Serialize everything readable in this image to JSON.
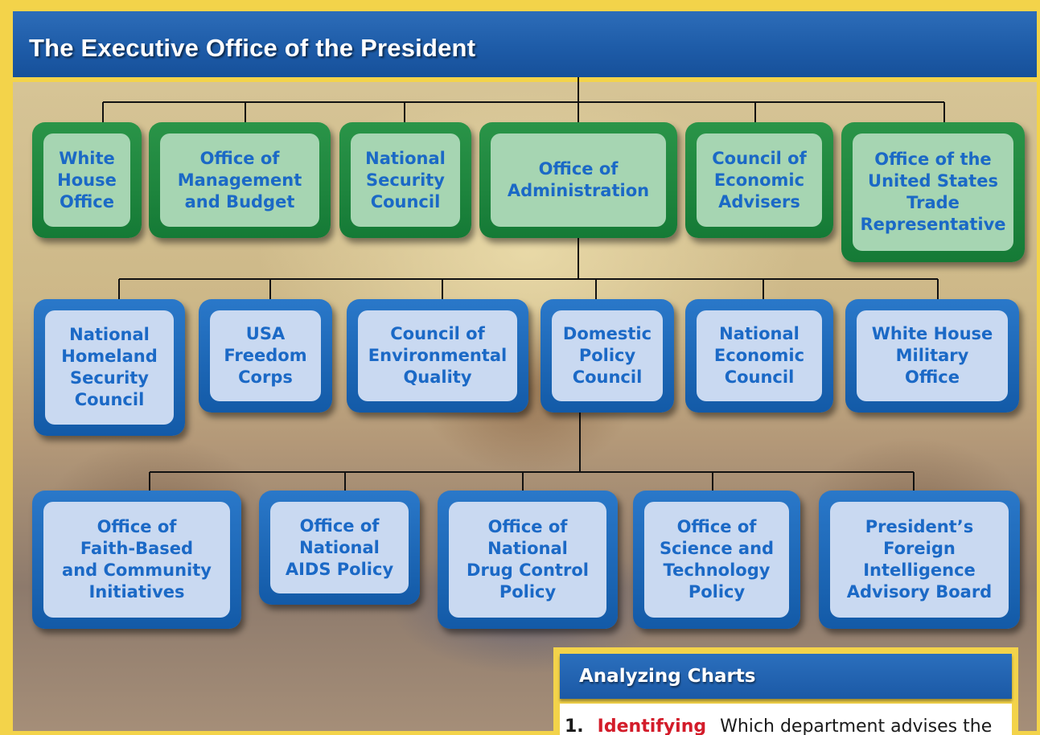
{
  "title": "The Executive Office of the President",
  "colors": {
    "frame": "#f3d34a",
    "title_bar": "#1e5ca8",
    "green_box": "#157a36",
    "blue_box": "#135aa7",
    "label_text": "#1b69c6"
  },
  "row1": [
    {
      "label": "White\nHouse\nOffice"
    },
    {
      "label": "Office of\nManagement\nand Budget"
    },
    {
      "label": "National\nSecurity\nCouncil"
    },
    {
      "label": "Office of\nAdministration"
    },
    {
      "label": "Council of\nEconomic\nAdvisers"
    },
    {
      "label": "Office of the\nUnited States\nTrade\nRepresentative"
    }
  ],
  "row2": [
    {
      "label": "National\nHomeland\nSecurity\nCouncil"
    },
    {
      "label": "USA\nFreedom\nCorps"
    },
    {
      "label": "Council of\nEnvironmental\nQuality"
    },
    {
      "label": "Domestic\nPolicy\nCouncil"
    },
    {
      "label": "National\nEconomic\nCouncil"
    },
    {
      "label": "White House\nMilitary\nOffice"
    }
  ],
  "row3": [
    {
      "label": "Office of\nFaith-Based\nand Community\nInitiatives"
    },
    {
      "label": "Office of\nNational\nAIDS Policy"
    },
    {
      "label": "Office of\nNational\nDrug Control\nPolicy"
    },
    {
      "label": "Office of\nScience and\nTechnology\nPolicy"
    },
    {
      "label": "President’s\nForeign\nIntelligence\nAdvisory Board"
    }
  ],
  "panel": {
    "title": "Analyzing Charts",
    "question_number": "1.",
    "question_keyword": "Identifying",
    "question_text": "Which department advises the"
  }
}
